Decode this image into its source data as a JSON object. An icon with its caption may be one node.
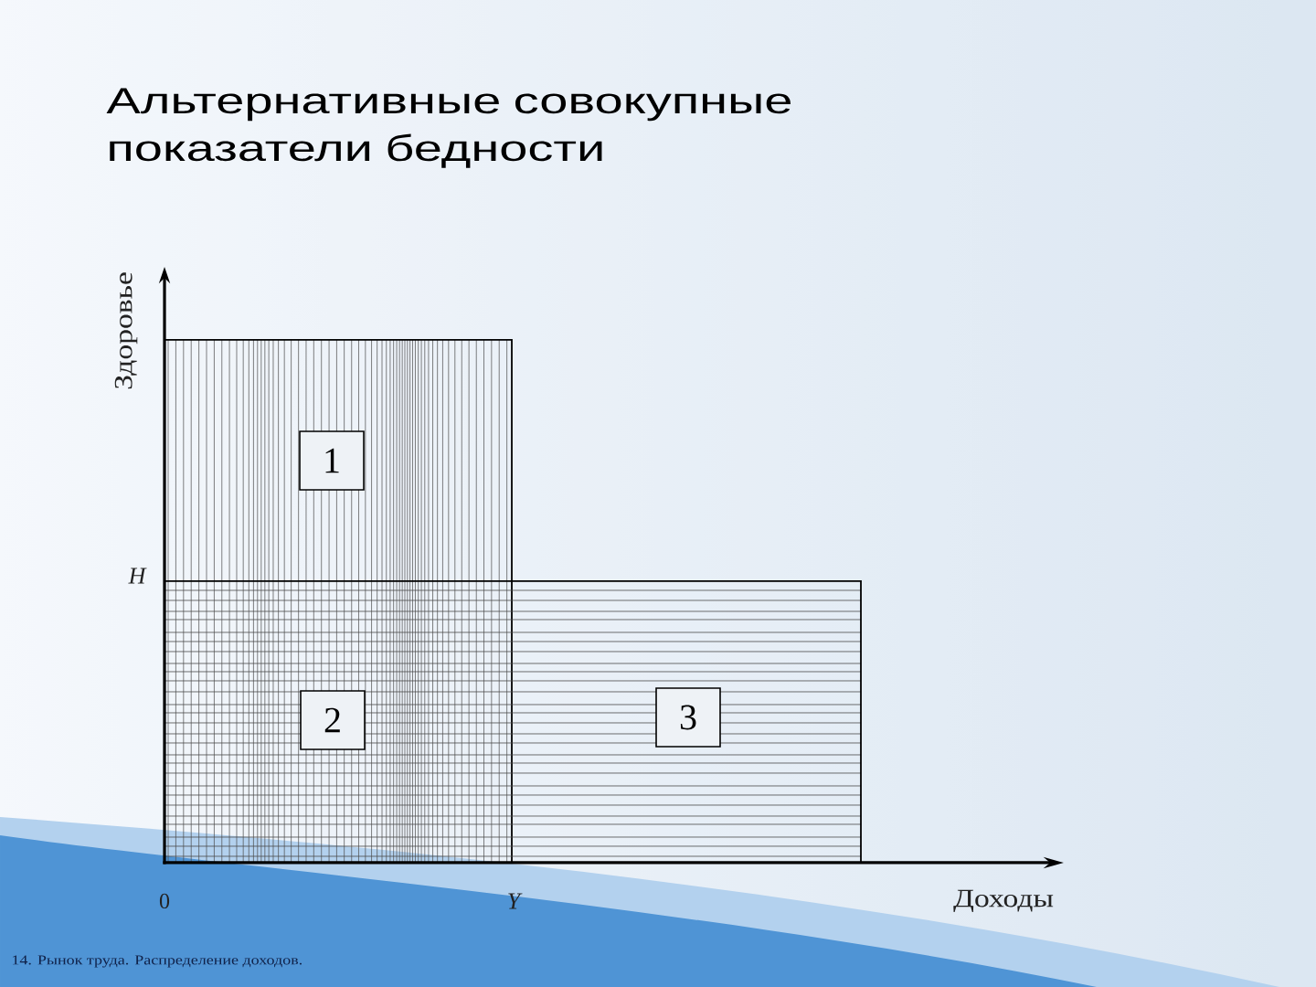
{
  "diagram": {
    "title": "Альтернативные совокупные показатели бедности",
    "nodes": [
      {
        "text": [
          "1"
        ]
      },
      {
        "text": [
          "2"
        ]
      },
      {
        "text": [
          "3"
        ]
      }
    ],
    "labels": [
      "Здоровье",
      "H",
      "0",
      "Y",
      "Доходы",
      "14. Рынок труда. Распределение доходов."
    ]
  }
}
